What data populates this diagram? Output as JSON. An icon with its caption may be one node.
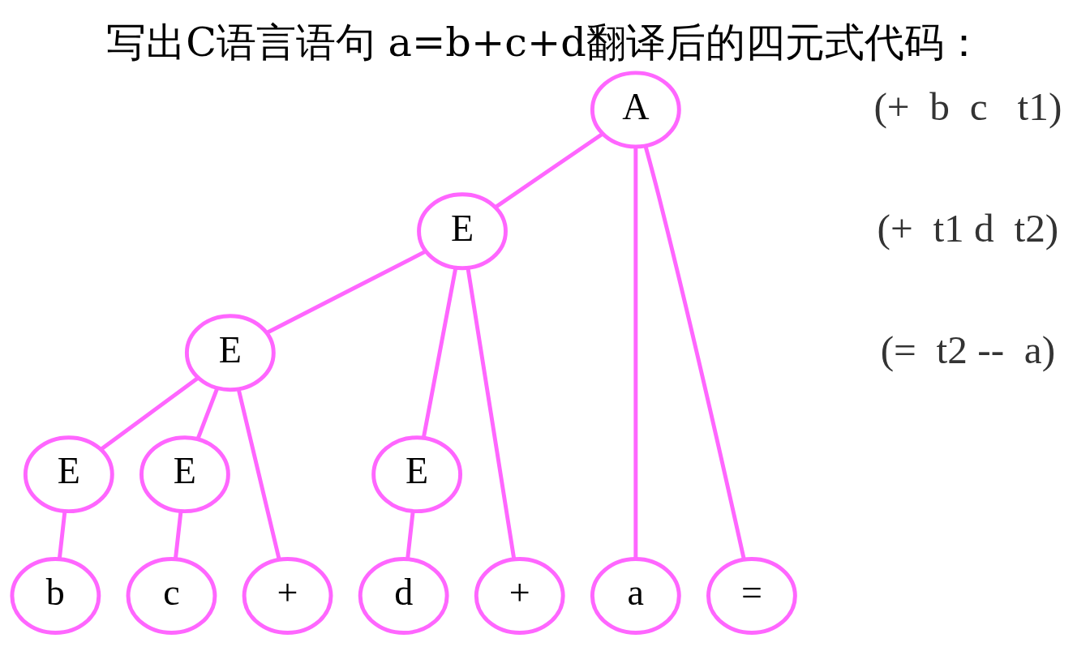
{
  "diagram": {
    "title": "写出C语言语句 a=b+c+d翻译后的四元式代码：",
    "nodes": [
      {
        "text": [
          "A"
        ]
      },
      {
        "text": [
          "E"
        ]
      },
      {
        "text": [
          "E"
        ]
      },
      {
        "text": [
          "E"
        ]
      },
      {
        "text": [
          "E"
        ]
      },
      {
        "text": [
          "E"
        ]
      },
      {
        "text": [
          "a"
        ]
      },
      {
        "text": [
          "="
        ]
      },
      {
        "text": [
          "b"
        ]
      },
      {
        "text": [
          "+"
        ]
      },
      {
        "text": [
          "c"
        ]
      },
      {
        "text": [
          "+"
        ]
      },
      {
        "text": [
          "d"
        ]
      }
    ],
    "edges": [
      {
        "from": 0,
        "to": 6,
        "arrow": "none"
      },
      {
        "from": 0,
        "to": 7,
        "arrow": "none"
      },
      {
        "from": 0,
        "to": 1,
        "arrow": "none"
      },
      {
        "from": 1,
        "to": 2,
        "arrow": "none"
      },
      {
        "from": 1,
        "to": 11,
        "arrow": "none"
      },
      {
        "from": 1,
        "to": 3,
        "arrow": "none"
      },
      {
        "from": 2,
        "to": 4,
        "arrow": "none"
      },
      {
        "from": 2,
        "to": 9,
        "arrow": "none"
      },
      {
        "from": 2,
        "to": 5,
        "arrow": "none"
      },
      {
        "from": 4,
        "to": 8,
        "arrow": "none"
      },
      {
        "from": 5,
        "to": 10,
        "arrow": "none"
      },
      {
        "from": 3,
        "to": 12,
        "arrow": "none"
      }
    ],
    "labels": [
      "(+  b  c   t1)",
      "(+  t1 d  t2)",
      "(=  t2 --  a)"
    ]
  }
}
